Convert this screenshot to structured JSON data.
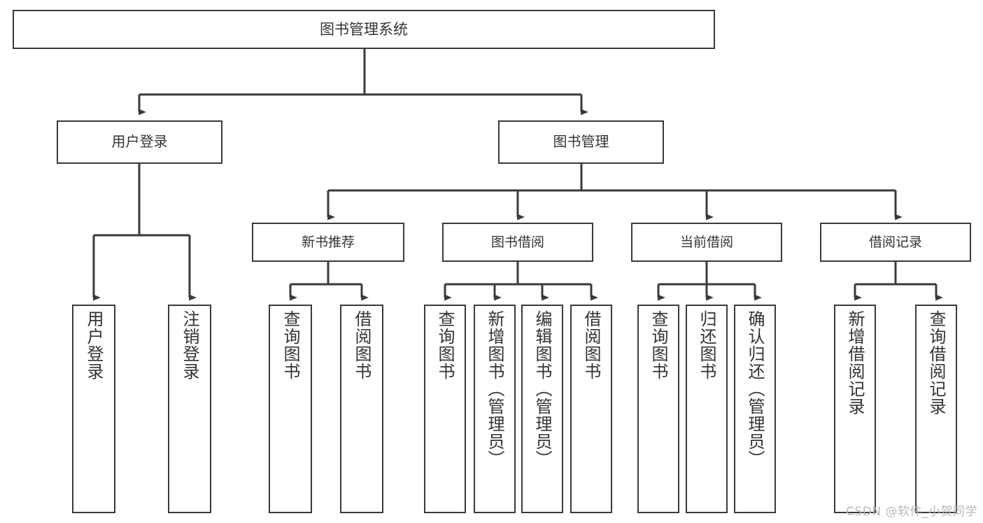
{
  "diagram": {
    "title": "图书管理系统",
    "watermark": "CSDN @软件_小贺同学",
    "line_color": "#3a3a3a",
    "text_color": "#333333",
    "background": "#ffffff"
  },
  "nodes": {
    "root": {
      "label": "图书管理系统"
    },
    "level2": [
      {
        "id": "user-login",
        "label": "用户登录"
      },
      {
        "id": "book-manage",
        "label": "图书管理"
      }
    ],
    "level3": [
      {
        "id": "new-book-recommend",
        "label": "新书推荐"
      },
      {
        "id": "book-borrow",
        "label": "图书借阅"
      },
      {
        "id": "current-borrow",
        "label": "当前借阅"
      },
      {
        "id": "borrow-record",
        "label": "借阅记录"
      }
    ],
    "leaves": {
      "user_login": [
        {
          "id": "leaf-user-login",
          "label": "用户登录"
        },
        {
          "id": "leaf-logout-login",
          "label": "注销登录"
        }
      ],
      "new_book_recommend": [
        {
          "id": "leaf-query-book-1",
          "label": "查询图书"
        },
        {
          "id": "leaf-borrow-book-1",
          "label": "借阅图书"
        }
      ],
      "book_borrow": [
        {
          "id": "leaf-query-book-2",
          "label": "查询图书"
        },
        {
          "id": "leaf-add-book",
          "label": "新增图书（管理员）"
        },
        {
          "id": "leaf-edit-book",
          "label": "编辑图书（管理员）"
        },
        {
          "id": "leaf-borrow-book-2",
          "label": "借阅图书"
        }
      ],
      "current_borrow": [
        {
          "id": "leaf-query-book-3",
          "label": "查询图书"
        },
        {
          "id": "leaf-return-book",
          "label": "归还图书"
        },
        {
          "id": "leaf-confirm-return",
          "label": "确认归还（管理员）"
        }
      ],
      "borrow_record": [
        {
          "id": "leaf-add-borrow-record",
          "label": "新增借阅记录"
        },
        {
          "id": "leaf-query-borrow-record",
          "label": "查询借阅记录"
        }
      ]
    }
  },
  "hierarchy": {
    "图书管理系统": [
      "用户登录",
      "图书管理"
    ],
    "用户登录": [
      "用户登录",
      "注销登录"
    ],
    "图书管理": [
      "新书推荐",
      "图书借阅",
      "当前借阅",
      "借阅记录"
    ],
    "新书推荐": [
      "查询图书",
      "借阅图书"
    ],
    "图书借阅": [
      "查询图书",
      "新增图书（管理员）",
      "编辑图书（管理员）",
      "借阅图书"
    ],
    "当前借阅": [
      "查询图书",
      "归还图书",
      "确认归还（管理员）"
    ],
    "借阅记录": [
      "新增借阅记录",
      "查询借阅记录"
    ]
  }
}
